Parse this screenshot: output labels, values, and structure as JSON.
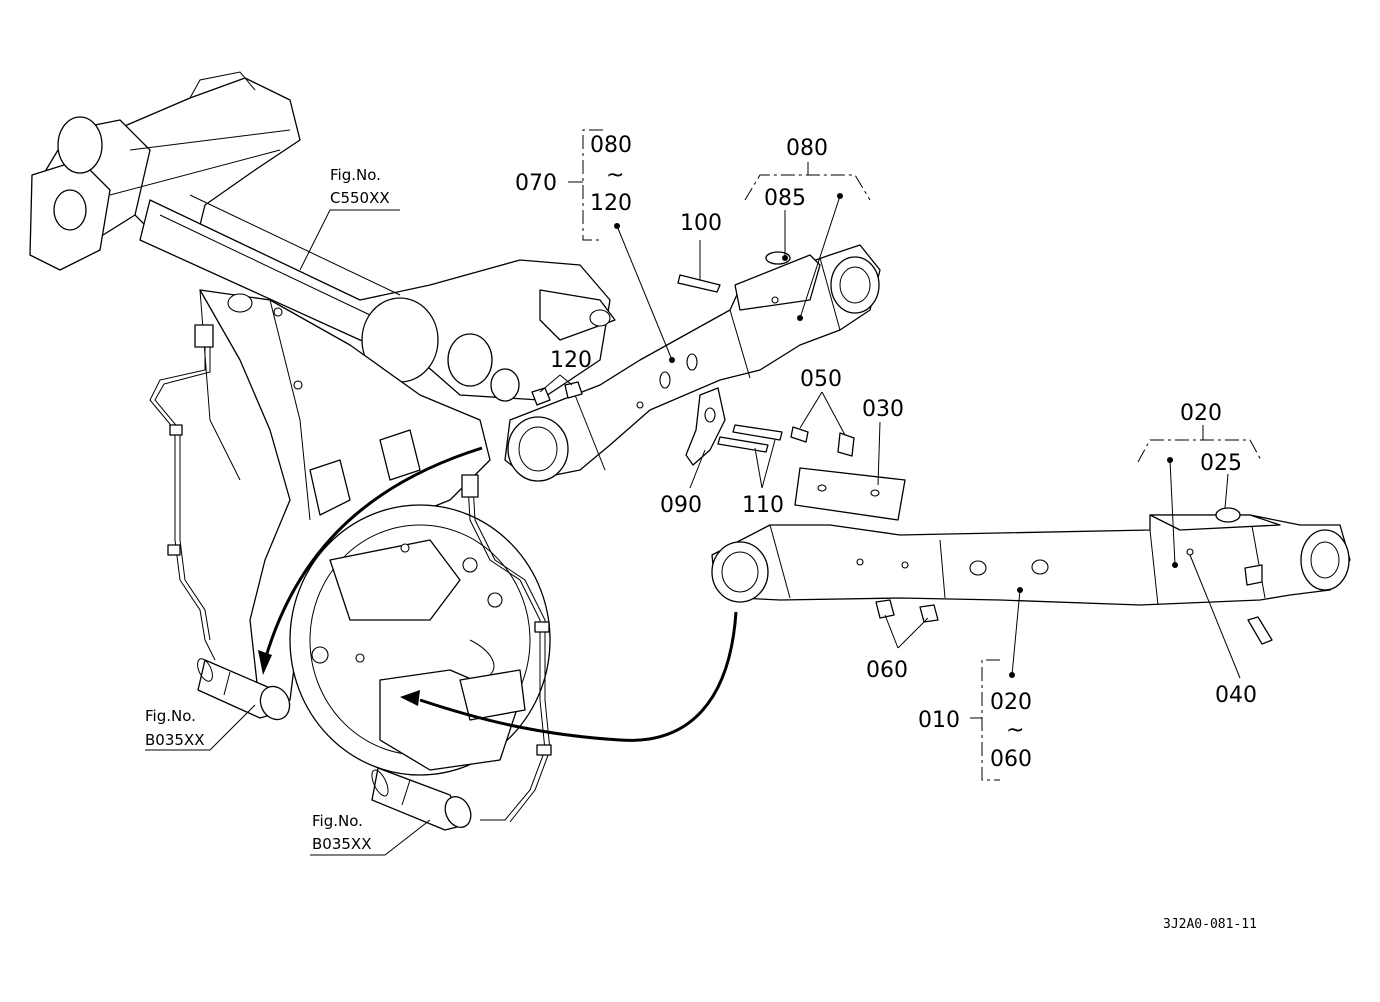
{
  "callouts": {
    "c010": "010",
    "c020_top": "020",
    "c020_range_start": "020",
    "c025": "025",
    "c030": "030",
    "c040": "040",
    "c050": "050",
    "c060": "060",
    "c060_range_end": "060",
    "c070": "070",
    "c080_top": "080",
    "c080_range_start": "080",
    "c085": "085",
    "c090": "090",
    "c100": "100",
    "c110": "110",
    "c120": "120",
    "c120_range_end": "120",
    "range_tilde": "~"
  },
  "figure_refs": {
    "fig_label": "Fig.No.",
    "c550": "C550XX",
    "b035_left": "B035XX",
    "b035_bottom": "B035XX"
  },
  "drawing_code": "3J2A0-081-11"
}
